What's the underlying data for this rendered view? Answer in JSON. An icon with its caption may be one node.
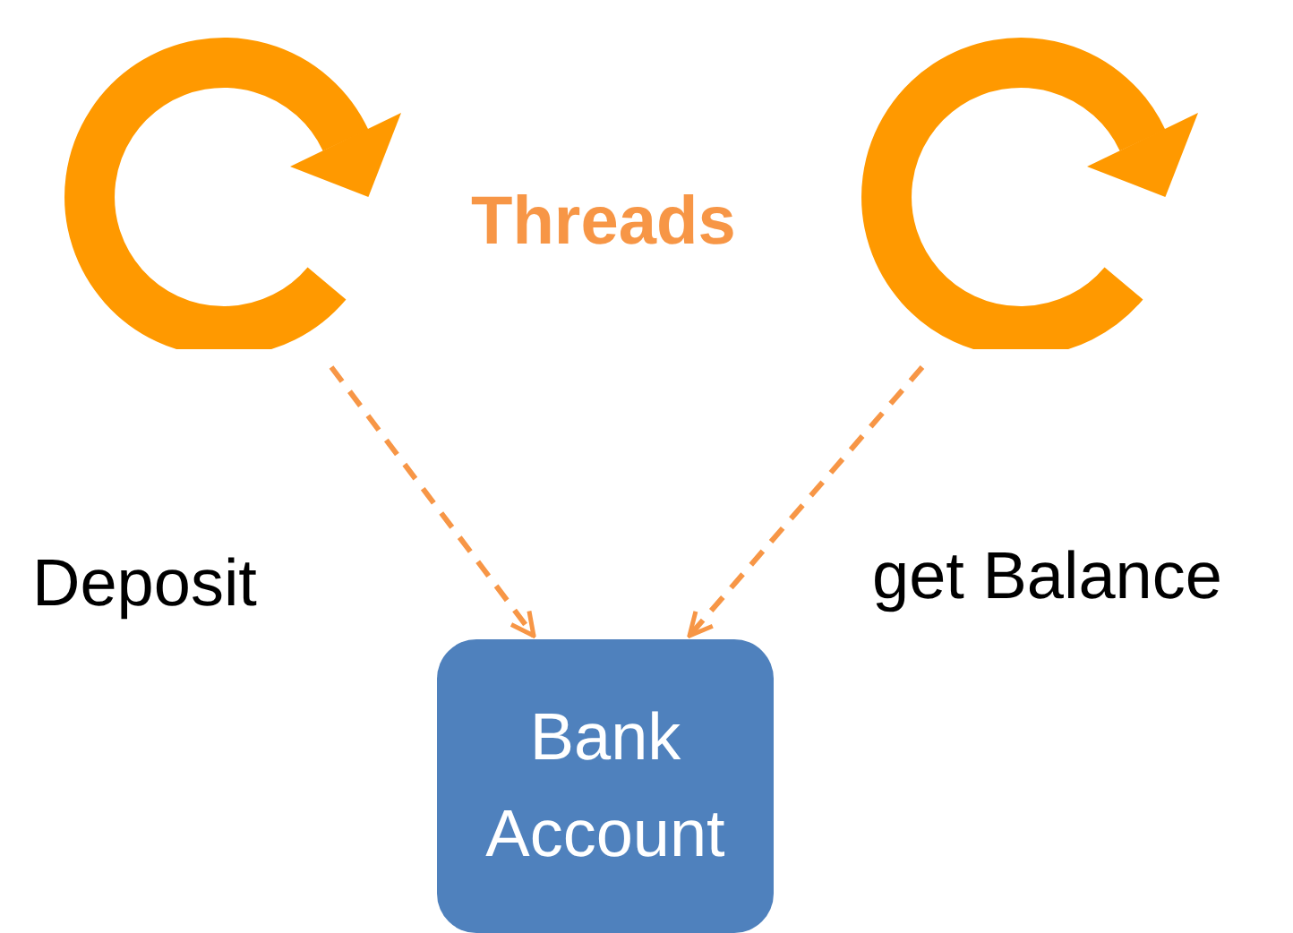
{
  "diagram": {
    "nodes": [
      {
        "text": [],
        "shape": "picture"
      },
      {
        "text": [],
        "shape": "picture"
      },
      {
        "text": [
          "Bank Account"
        ]
      }
    ],
    "edges": [
      {
        "from": 0,
        "to": 2,
        "arrow": "to",
        "style": "dashed"
      },
      {
        "from": 1,
        "to": 2,
        "arrow": "to",
        "style": "dashed"
      }
    ],
    "labels": [
      "Threads",
      "Deposit",
      "get Balance"
    ]
  }
}
